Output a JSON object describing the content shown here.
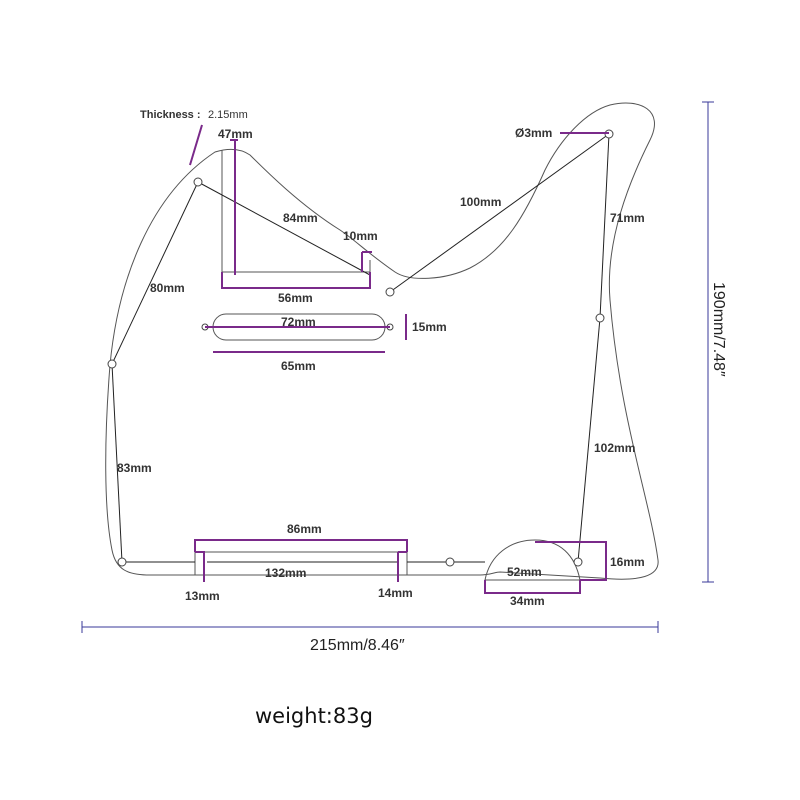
{
  "accent_purple": "#7a2a8a",
  "dimension_blue": "#3a3a9a",
  "labels": {
    "thickness": "Thickness :",
    "thickness_value": "2.15mm",
    "d47": "47mm",
    "d84": "84mm",
    "d10": "10mm",
    "d56": "56mm",
    "d72": "72mm",
    "d15": "15mm",
    "d65": "65mm",
    "d80": "80mm",
    "d83": "83mm",
    "hole": "Ø3mm",
    "d100": "100mm",
    "d71": "71mm",
    "d102": "102mm",
    "d86": "86mm",
    "d132": "132mm",
    "d13": "13mm",
    "d14": "14mm",
    "d52": "52mm",
    "d34": "34mm",
    "d16": "16mm",
    "width_total": "215mm/8.46″",
    "height_total": "190mm/7.48″",
    "weight": "weight:83g"
  }
}
